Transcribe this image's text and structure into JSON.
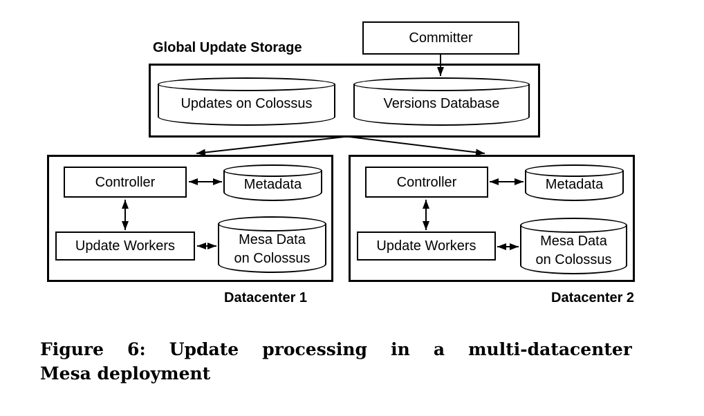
{
  "figure": {
    "committer_label": "Committer",
    "global_update_storage": {
      "title": "Global Update Storage",
      "updates_cylinder_label": "Updates on Colossus",
      "versions_cylinder_label": "Versions Database"
    },
    "datacenters": [
      {
        "name": "Datacenter 1",
        "controller_label": "Controller",
        "metadata_cylinder_label": "Metadata",
        "update_workers_label": "Update Workers",
        "mesa_data_cylinder_label": "Mesa Data\non Colossus"
      },
      {
        "name": "Datacenter 2",
        "controller_label": "Controller",
        "metadata_cylinder_label": "Metadata",
        "update_workers_label": "Update Workers",
        "mesa_data_cylinder_label": "Mesa Data\non Colossus"
      }
    ]
  },
  "caption": {
    "line1": "Figure 6: Update processing in a multi-datacenter",
    "line2": "Mesa deployment"
  },
  "colors": {
    "line": "#000000",
    "background": "#ffffff"
  }
}
